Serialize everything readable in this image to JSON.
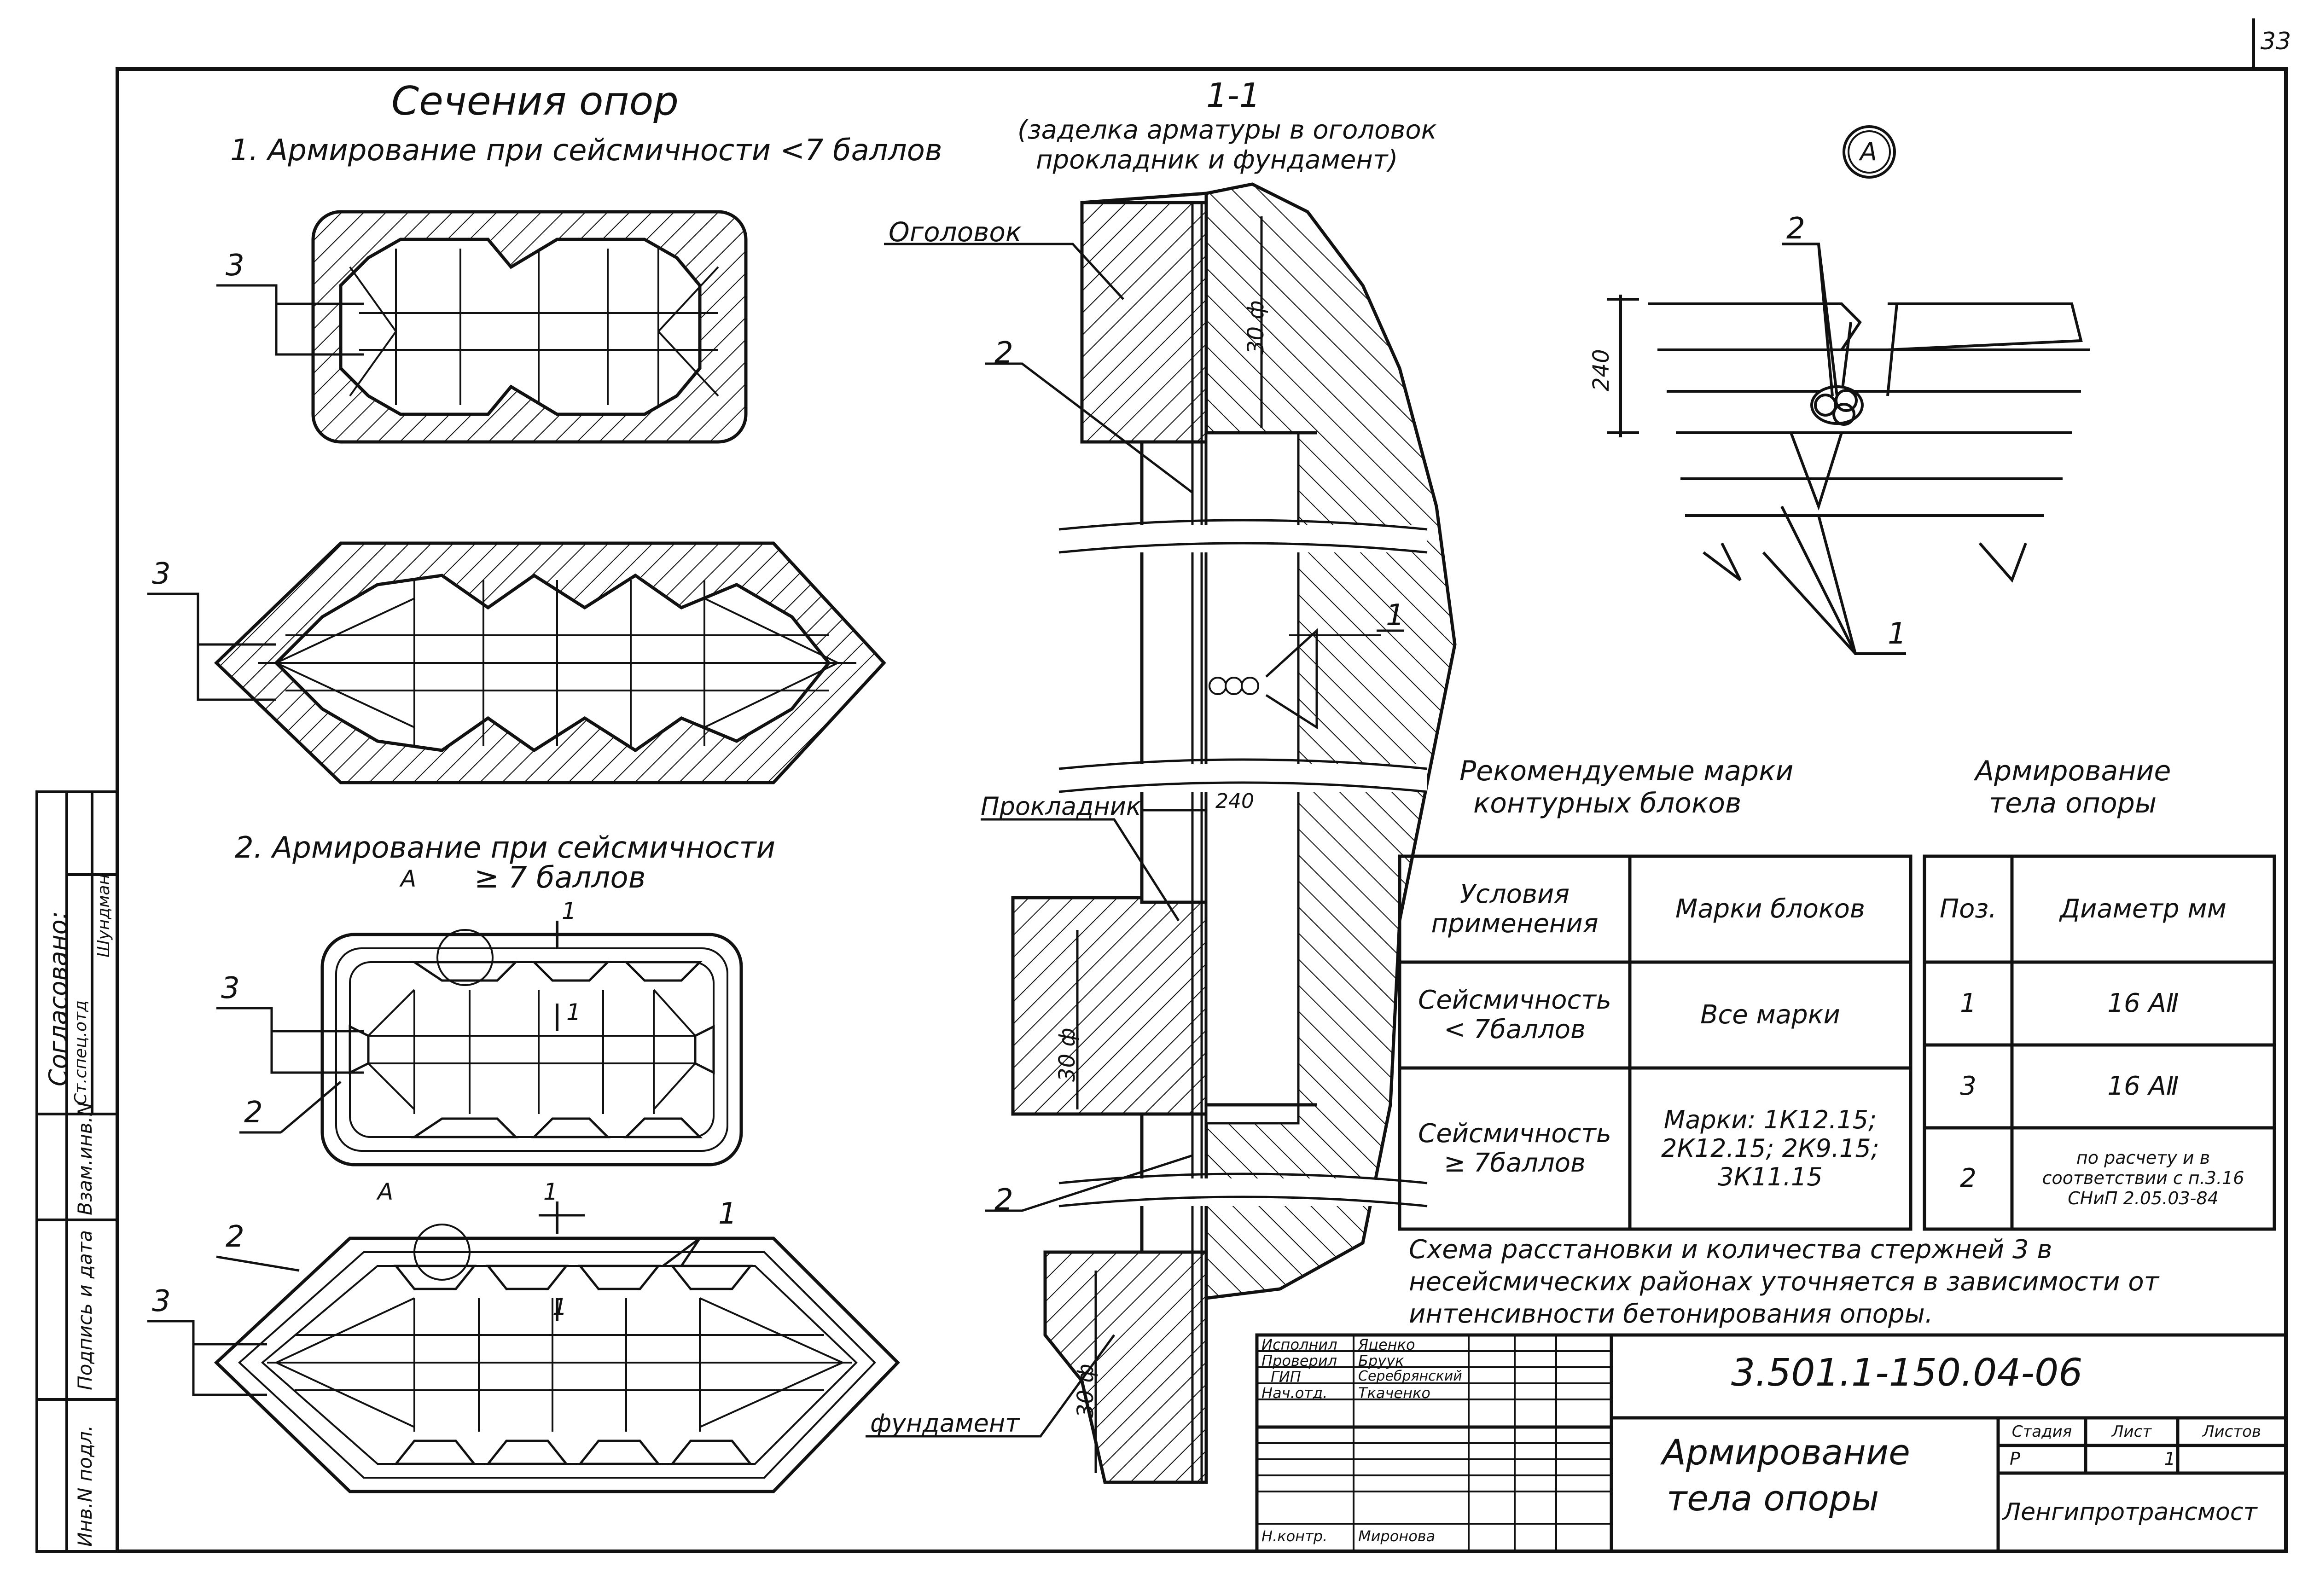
{
  "sheet_number": "33",
  "sections_title": "Сечения опор",
  "section1_title": "1. Армирование при сейсмичности <7 баллов",
  "section2_title": "2. Армирование при сейсмичности",
  "section2_sub": "≥ 7 баллов",
  "callout_a": "А",
  "cut_label": "1",
  "marker_3": "3",
  "marker_2": "2",
  "marker_1": "1",
  "cut_title": "1-1",
  "cut_subtitle_1": "(заделка арматуры в оголовок",
  "cut_subtitle_2": "прокладник и фундамент)",
  "label_ogolovok": "Оголовок",
  "label_prokladnik": "Прокладник",
  "label_fundament": "фундамент",
  "dim_30phi": "30 ф",
  "dim_240": "240",
  "detail_a": "А",
  "detail_dim": "240",
  "rec_title_1": "Рекомендуемые марки",
  "rec_title_2": "контурных блоков",
  "arm_title_1": "Армирование",
  "arm_title_2": "тела опоры",
  "table1": {
    "headers": [
      "Условия применения",
      "Марки блоков"
    ],
    "rows": [
      [
        "Сейсмичность < 7баллов",
        "Все марки"
      ],
      [
        "Сейсмичность ≥ 7баллов",
        "Марки: 1К12.15; 2К12.15; 2К9.15; 3К11.15"
      ]
    ]
  },
  "table2": {
    "headers": [
      "Поз.",
      "Диаметр мм"
    ],
    "rows": [
      [
        "1",
        "16 АⅡ"
      ],
      [
        "3",
        "16 АⅡ"
      ],
      [
        "2",
        "по расчету и в соответствии с п.3.16 СНиП 2.05.03-84"
      ]
    ]
  },
  "note": "Схема расстановки и количества стержней 3 в несейсмических районах уточняется в зависимости от интенсивности бетонирования опоры.",
  "side_stamp": [
    "Согласовано:",
    "Ст.спец.отд",
    "Шундман",
    "Взам.инв.N",
    "Подпись и дата",
    "Инв.N подл."
  ],
  "titleblock": {
    "roles": [
      "Исполнил",
      "Проверил",
      "ГИП",
      "Нач.отд.",
      "Н.контр."
    ],
    "names": [
      "Яценко",
      "Бруук",
      "Серебрянский",
      "Ткаченко",
      "Миронова"
    ],
    "code": "3.501.1-150.04-06",
    "title_1": "Армирование",
    "title_2": "тела опоры",
    "stage_h": "Стадия",
    "sheet_h": "Лист",
    "sheets_h": "Листов",
    "stage": "Р",
    "sheet": "1",
    "sheets": "",
    "org": "Ленгипротрансмост"
  }
}
